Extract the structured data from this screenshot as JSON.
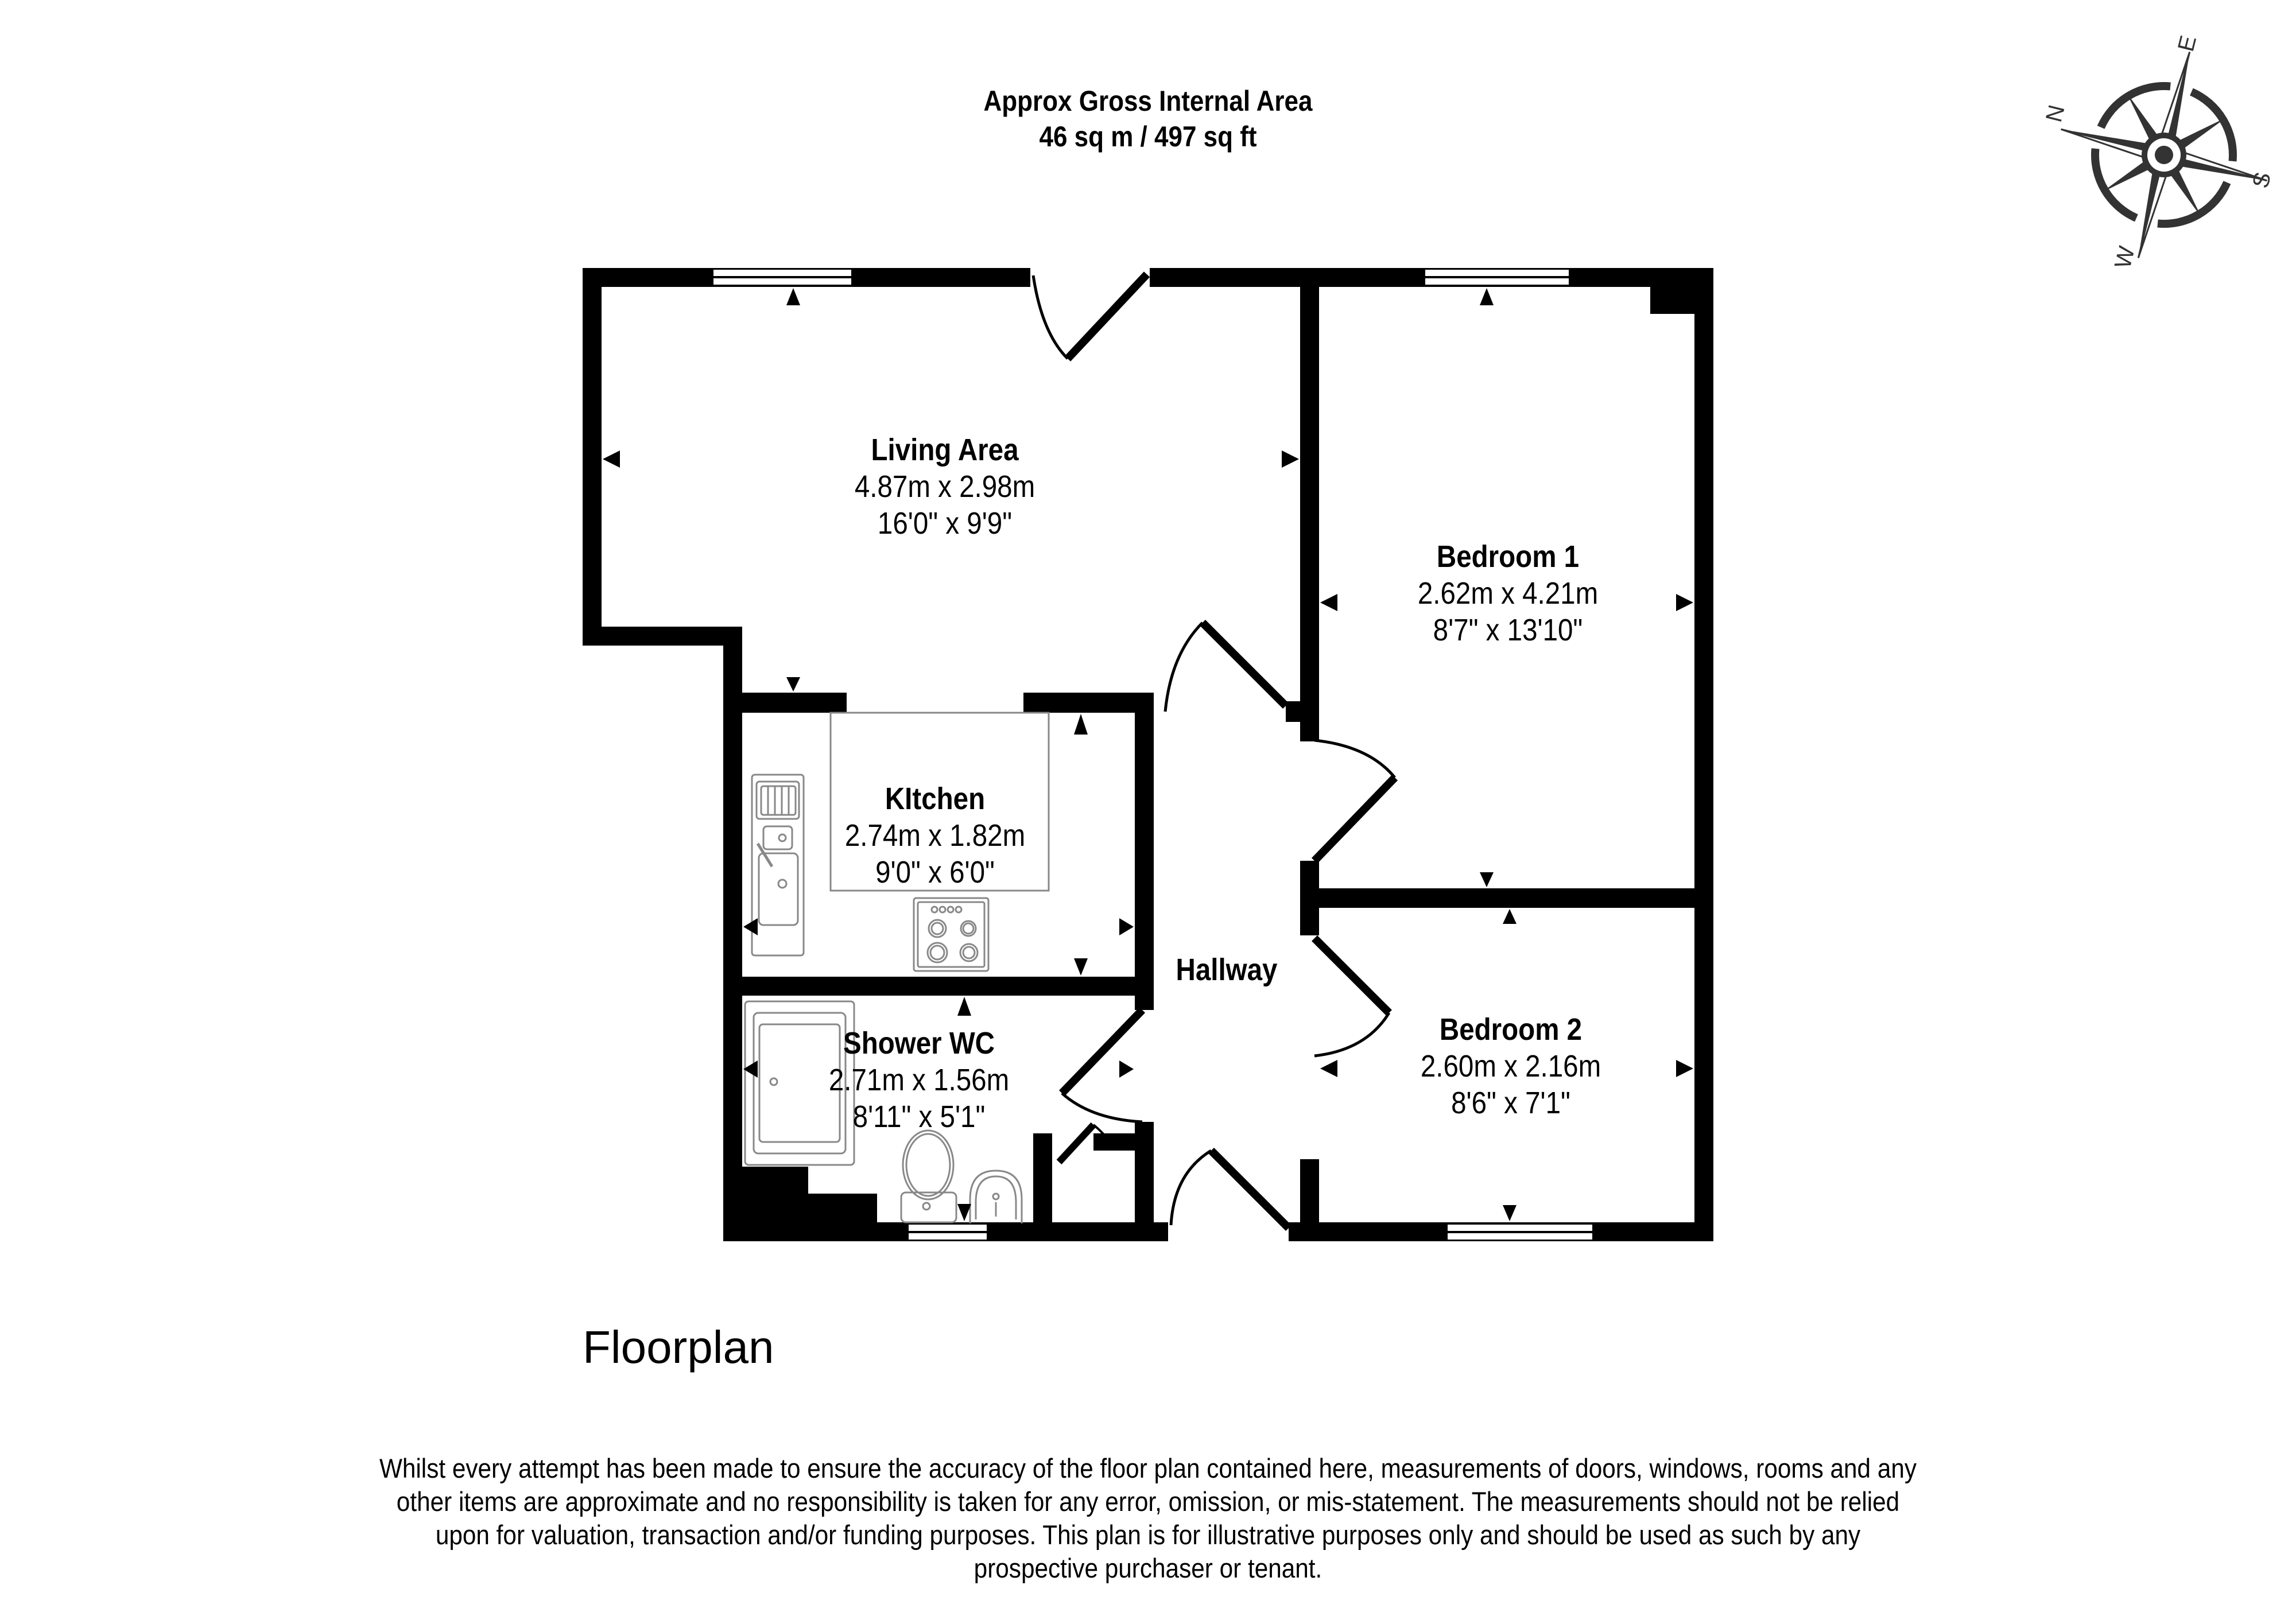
{
  "header": {
    "title": "Approx Gross Internal Area",
    "area": "46 sq m / 497 sq ft"
  },
  "compass": {
    "labels": {
      "north": "N",
      "east": "E",
      "south": "S",
      "west": "W"
    },
    "color": "#333333"
  },
  "rooms": [
    {
      "id": "living-area",
      "name": "Living Area",
      "metric": "4.87m x 2.98m",
      "imperial": "16'0\" x 9'9\""
    },
    {
      "id": "bedroom-1",
      "name": "Bedroom 1",
      "metric": "2.62m x 4.21m",
      "imperial": "8'7\" x 13'10\""
    },
    {
      "id": "kitchen",
      "name": "KItchen",
      "metric": "2.74m x 1.82m",
      "imperial": "9'0\" x 6'0\""
    },
    {
      "id": "hallway",
      "name": "Hallway"
    },
    {
      "id": "bedroom-2",
      "name": "Bedroom 2",
      "metric": "2.60m x 2.16m",
      "imperial": "8'6\" x 7'1\""
    },
    {
      "id": "shower-wc",
      "name": "Shower WC",
      "metric": "2.71m x 1.56m",
      "imperial": "8'11\" x 5'1\""
    }
  ],
  "floor_label": "Floorplan",
  "disclaimer": "Whilst every attempt has been made to ensure the accuracy of the floor plan contained here, measurements of doors, windows, rooms and any other items are approximate and no responsibility is taken for any error, omission, or mis-statement. The measurements should not be relied upon for valuation, transaction and/or funding purposes. This plan is for illustrative purposes only and should be used as such by any prospective purchaser or tenant.",
  "colors": {
    "wall": "#000000",
    "fixture": "#888888",
    "background": "#ffffff"
  }
}
